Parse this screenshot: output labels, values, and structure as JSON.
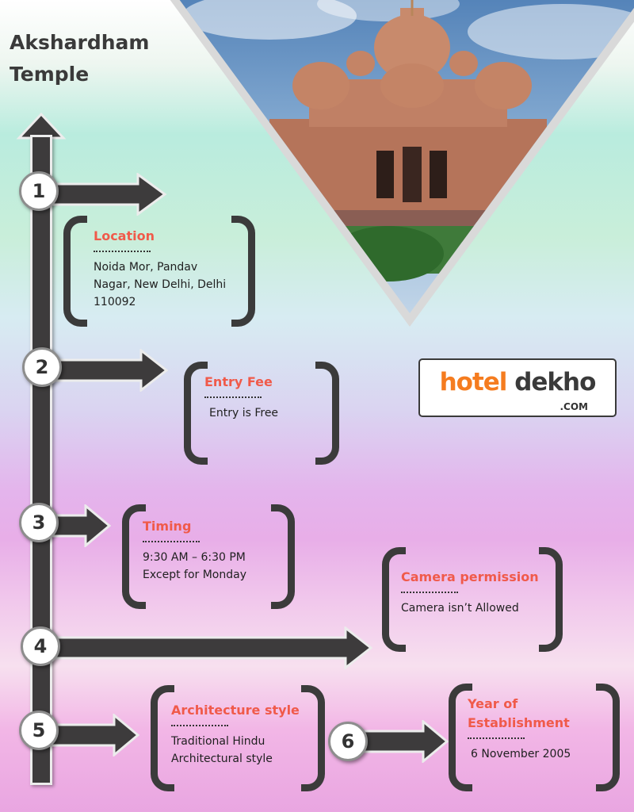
{
  "title": {
    "line1": "Akshardham",
    "line2": "Temple"
  },
  "steps": [
    {
      "number": "1",
      "title": "Location",
      "lines": [
        "Noida Mor, Pandav",
        "Nagar, New Delhi, Delhi",
        "110092"
      ]
    },
    {
      "number": "2",
      "title": "Entry Fee",
      "lines": [
        "Entry is Free"
      ]
    },
    {
      "number": "3",
      "title": "Timing",
      "lines": [
        "9:30 AM – 6:30 PM",
        "Except for Monday"
      ]
    },
    {
      "number": "4",
      "title": "Camera permission",
      "lines": [
        "Camera isn’t Allowed"
      ]
    },
    {
      "number": "5",
      "title": "Architecture style",
      "lines": [
        "Traditional Hindu",
        "Architectural style"
      ]
    },
    {
      "number": "6",
      "title_lines": [
        "Year of",
        "Establishment"
      ],
      "lines": [
        "6 November 2005"
      ]
    }
  ],
  "logo": {
    "part1": "hotel",
    "part2": "dekho",
    "suffix": ".COM"
  },
  "colors": {
    "accent": "#f05a4a",
    "dark": "#3b3b3b",
    "logo_orange": "#f57c1f"
  }
}
